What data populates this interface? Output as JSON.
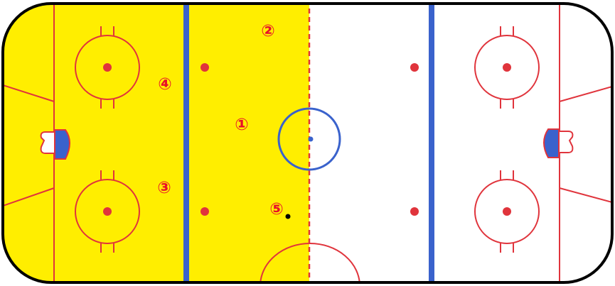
{
  "rink": {
    "colors": {
      "boards": "#000000",
      "ice": "#ffffff",
      "highlight_zone": "#ffee00",
      "red_line": "#e0343c",
      "blue_line": "#3a62cc",
      "crease": "#3a62cc",
      "label": "#e8102a",
      "puck": "#000000"
    }
  },
  "positions": [
    {
      "label": "①",
      "role": "1"
    },
    {
      "label": "②",
      "role": "2"
    },
    {
      "label": "③",
      "role": "3"
    },
    {
      "label": "④",
      "role": "4"
    },
    {
      "label": "⑤",
      "role": "5"
    }
  ]
}
